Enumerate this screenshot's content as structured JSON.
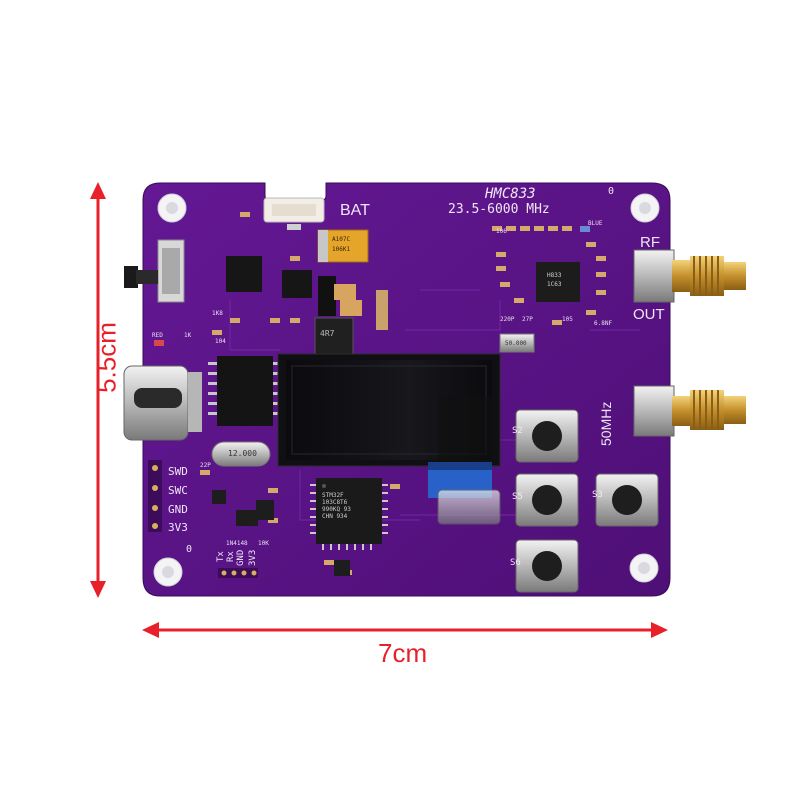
{
  "dimensions": {
    "width_label": "7cm",
    "height_label": "5.5cm",
    "color": "#e8202a"
  },
  "board": {
    "color": "#5b1486",
    "model": "HMC833",
    "frequency_range": "23.5-6000 MHz",
    "bat_label": "BAT",
    "rf_label": "RF",
    "out_label": "OUT",
    "ref_label": "50MHz",
    "corner_mark_top": "0",
    "corner_mark_left": "0",
    "header_pins_right": [
      "SWD",
      "SWC",
      "GND",
      "3V3"
    ],
    "header_pins_bottom": [
      "Tx",
      "Rx",
      "GND",
      "3V3"
    ],
    "button_labels": [
      "S2",
      "S5",
      "S3",
      "S6"
    ],
    "crystal_marking": "12.000",
    "mcu_marking": [
      "STM32F",
      "103C8T6",
      "990KQ 93",
      "CHN 934"
    ],
    "tantalum_marking": [
      "A107C",
      "106K1"
    ],
    "inductor_marking": "4R7",
    "pll_marking": [
      "H833",
      "1C63"
    ],
    "osc_marking": "50.000",
    "small_labels": {
      "red": "RED",
      "blue": "BLUE",
      "r1k": "1K",
      "r104": "104",
      "r10k": "10K",
      "r22p": "22P",
      "r106": "106",
      "diode": "1N4148",
      "r1k8": "1K8",
      "r220p": "220P",
      "r27p": "27P",
      "r105": "105",
      "r6_8nf": "6.8NF"
    }
  }
}
